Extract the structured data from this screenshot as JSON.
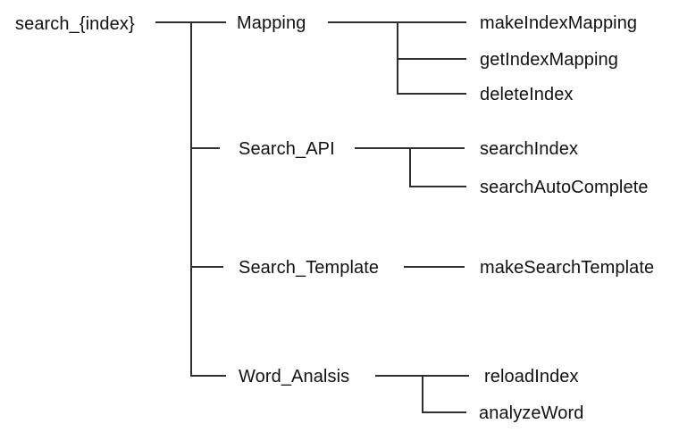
{
  "tree": {
    "root": "search_{index}",
    "branches": [
      {
        "label": "Mapping",
        "children": [
          "makeIndexMapping",
          "getIndexMapping",
          "deleteIndex"
        ]
      },
      {
        "label": "Search_API",
        "children": [
          "searchIndex",
          "searchAutoComplete"
        ]
      },
      {
        "label": "Search_Template",
        "children": [
          "makeSearchTemplate"
        ]
      },
      {
        "label": "Word_Analsis",
        "children": [
          "reloadIndex",
          "analyzeWord"
        ]
      }
    ]
  },
  "colors": {
    "line": "#2f2f2f",
    "text": "#111111",
    "background": "#ffffff"
  }
}
